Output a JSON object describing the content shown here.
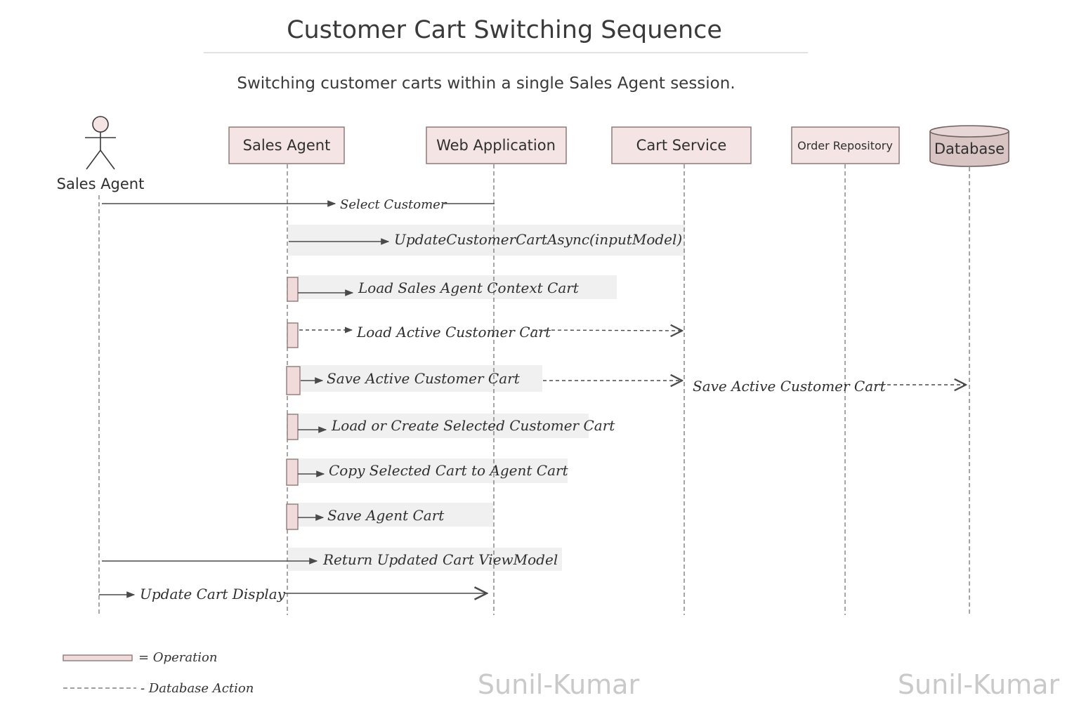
{
  "diagram": {
    "title": "Customer Cart Switching Sequence",
    "subtitle": "Switching customer carts within a single Sales Agent session.",
    "actor": {
      "label": "Sales Agent"
    },
    "participants": [
      {
        "id": "sales-agent",
        "label": "Sales Agent"
      },
      {
        "id": "web-application",
        "label": "Web Application"
      },
      {
        "id": "cart-service",
        "label": "Cart Service"
      },
      {
        "id": "order-repository",
        "label": "Order Repository"
      },
      {
        "id": "database",
        "label": "Database"
      }
    ],
    "messages": [
      {
        "label": "Select Customer"
      },
      {
        "label": "UpdateCustomerCartAsync(inputModel)"
      },
      {
        "label": "Load Sales Agent Context Cart"
      },
      {
        "label": "Load Active Customer Cart"
      },
      {
        "label": "Save Active Customer Cart"
      },
      {
        "label": "Save Active Customer Cart"
      },
      {
        "label": "Load or Create Selected Customer Cart"
      },
      {
        "label": "Copy Selected Cart to Agent Cart"
      },
      {
        "label": "Save Agent Cart"
      },
      {
        "label": "Return Updated Cart ViewModel"
      },
      {
        "label": "Update Cart Display"
      }
    ],
    "legend": {
      "operation": "= Operation",
      "database_action": "- Database Action"
    },
    "watermarks": [
      "Sunil-Kumar",
      "Sunil-Kumar"
    ]
  },
  "colors": {
    "participant_fill": "#f4e4e3",
    "participant_stroke": "#8f7a7a",
    "database_fill": "#d8c4c3",
    "highlight_band": "#f0f0f0",
    "activation_fill": "#f1dada",
    "line": "#4a4a4a",
    "watermark": "#c9c9c9"
  }
}
